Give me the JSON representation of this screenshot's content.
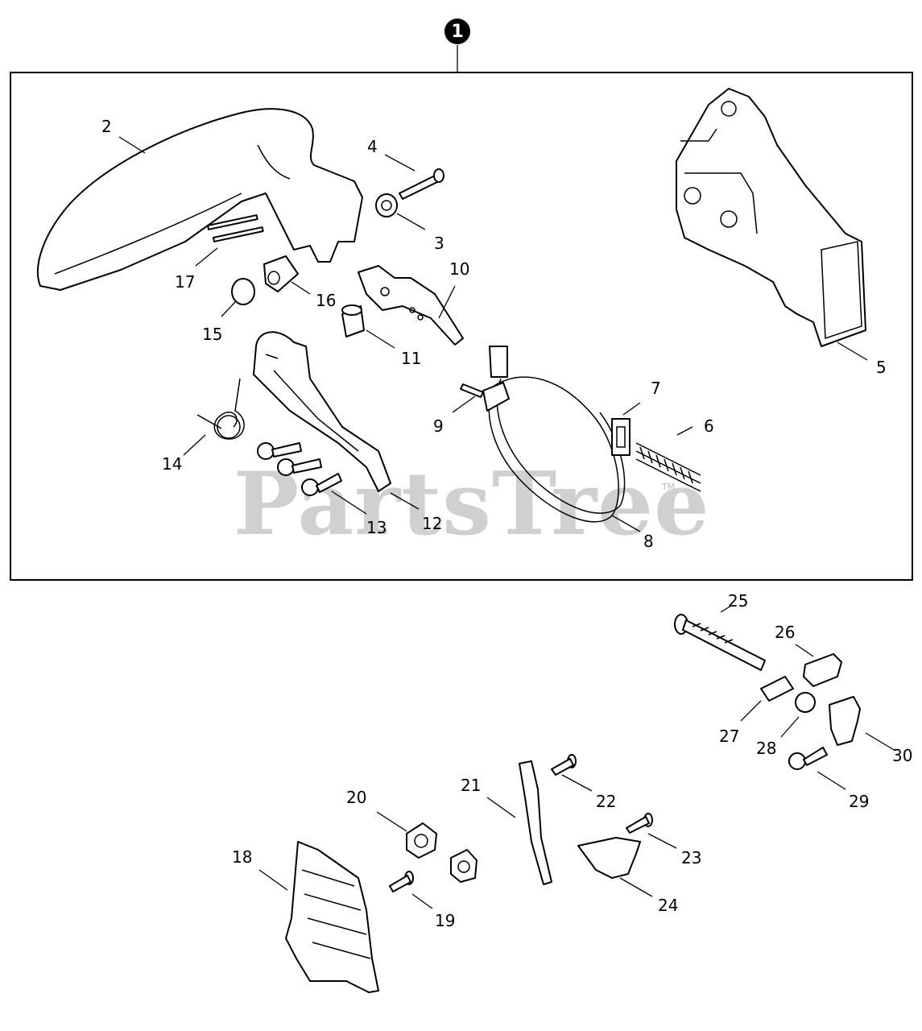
{
  "assembly_badge": "1",
  "watermark": {
    "text": "PartsTree",
    "trademark": "TM"
  },
  "callouts": {
    "c2": "2",
    "c3": "3",
    "c4": "4",
    "c5": "5",
    "c6": "6",
    "c7": "7",
    "c8": "8",
    "c9": "9",
    "c10": "10",
    "c11": "11",
    "c12": "12",
    "c13": "13",
    "c14": "14",
    "c15": "15",
    "c16": "16",
    "c17": "17",
    "c18": "18",
    "c19": "19",
    "c20": "20",
    "c21": "21",
    "c22": "22",
    "c23": "23",
    "c24": "24",
    "c25": "25",
    "c26": "26",
    "c27": "27",
    "c28": "28",
    "c29": "29",
    "c30": "30"
  }
}
